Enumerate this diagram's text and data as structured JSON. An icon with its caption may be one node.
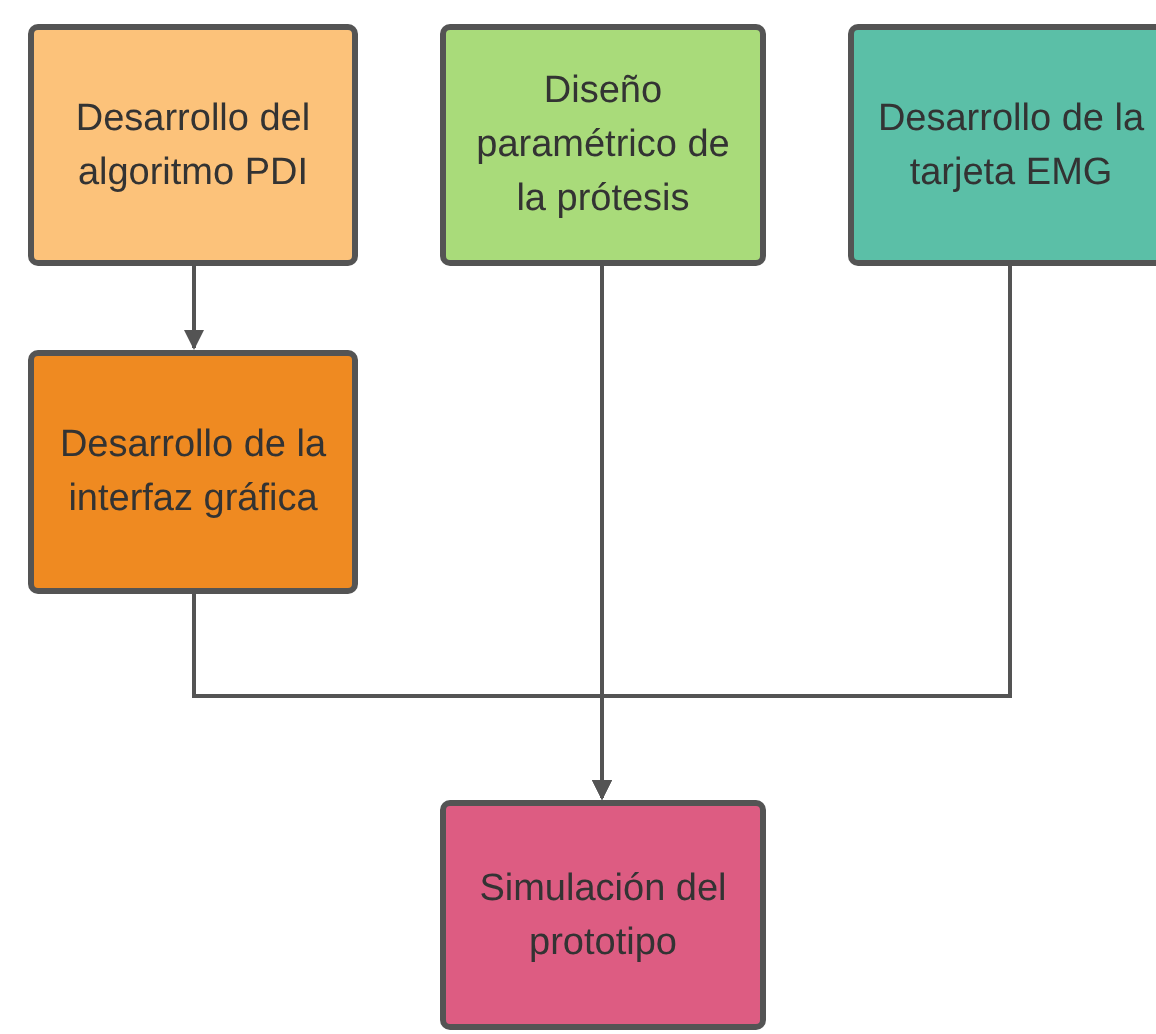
{
  "diagram": {
    "nodes": [
      {
        "text": [
          "Desarrollo del algoritmo PDI"
        ]
      },
      {
        "text": [
          "Diseño paramétrico de la prótesis"
        ]
      },
      {
        "text": [
          "Desarrollo de la tarjeta EMG"
        ]
      },
      {
        "text": [
          "Desarrollo de la interfaz gráfica"
        ]
      },
      {
        "text": [
          "Simulación del prototipo"
        ]
      }
    ],
    "edges": [
      {
        "from": 0,
        "to": 3,
        "arrow": "to"
      },
      {
        "from": 3,
        "to": 4,
        "arrow": "to"
      },
      {
        "from": 1,
        "to": 4,
        "arrow": "to"
      },
      {
        "from": 2,
        "to": 4,
        "arrow": "to"
      }
    ]
  }
}
